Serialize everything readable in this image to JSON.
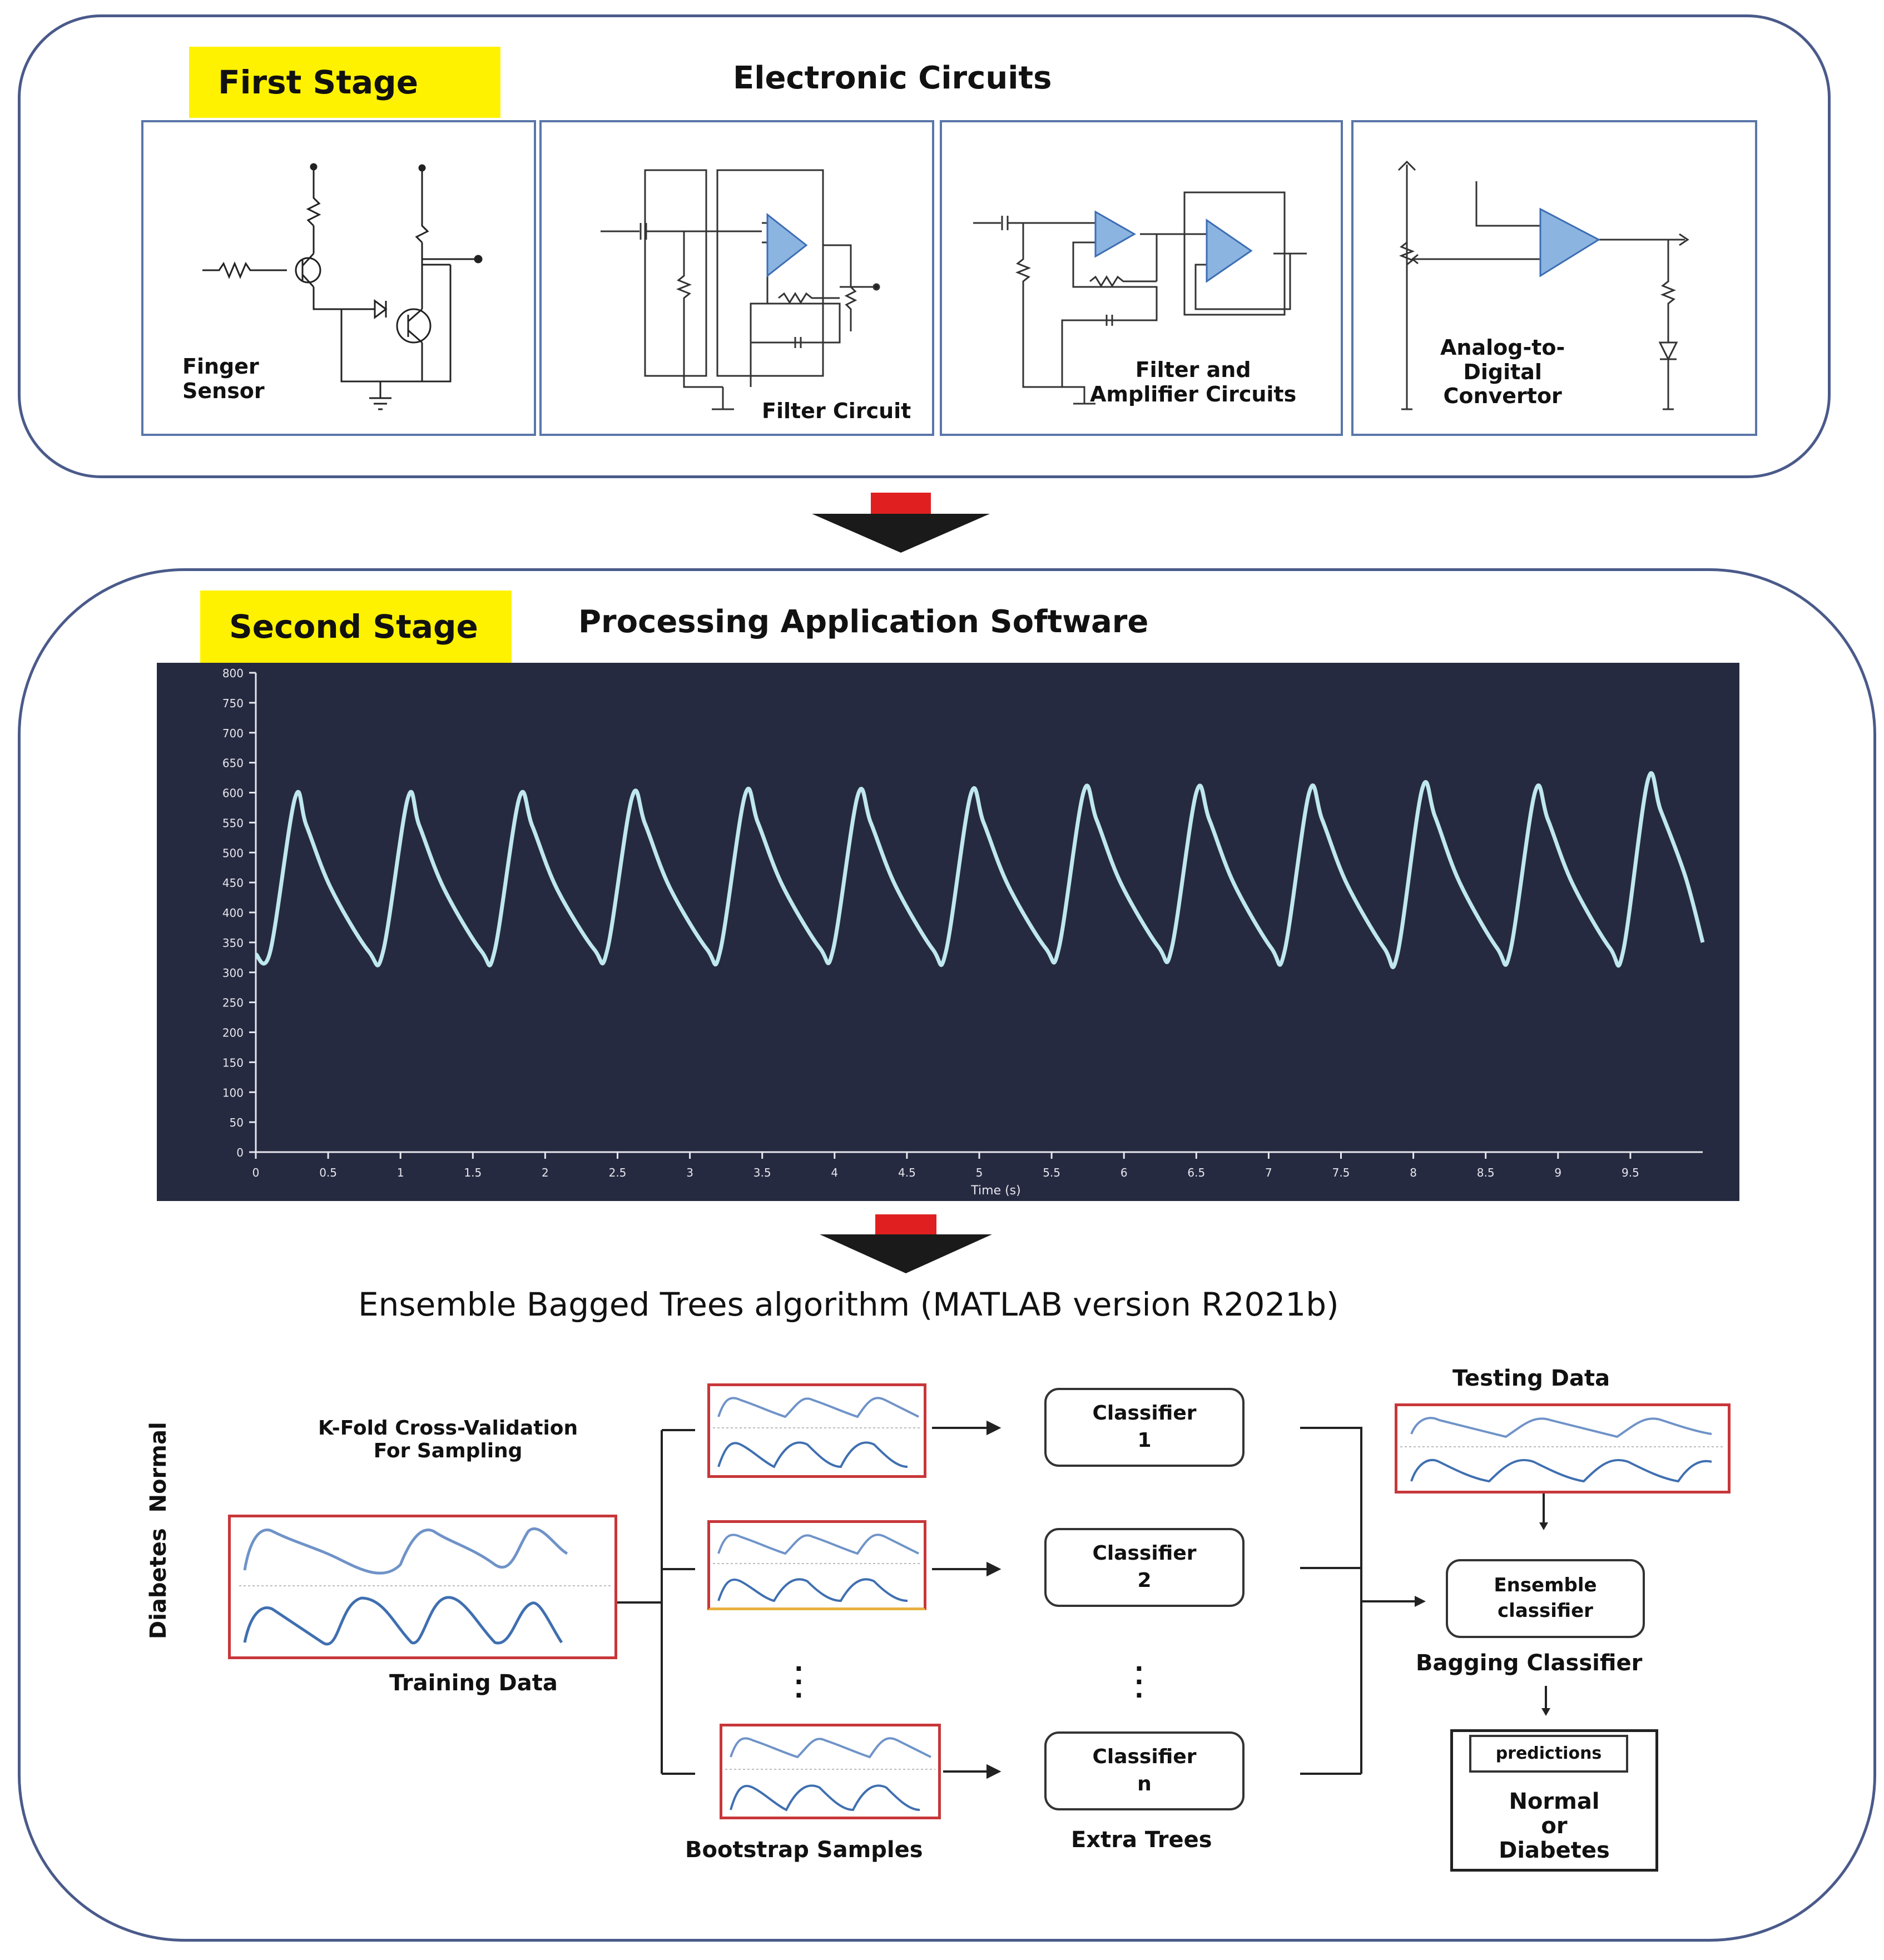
{
  "stage1": {
    "tag": "First Stage",
    "title": "Electronic Circuits",
    "circuits": [
      {
        "label_line1": "Finger",
        "label_line2": "Sensor"
      },
      {
        "label": "Filter Circuit"
      },
      {
        "label_line1": "Filter and",
        "label_line2": "Amplifier Circuits"
      },
      {
        "label_line1": "Analog-to-",
        "label_line2": "Digital",
        "label_line3": "Convertor"
      }
    ]
  },
  "stage2": {
    "tag": "Second Stage",
    "title": "Processing Application Software",
    "algorithm_title": "Ensemble Bagged Trees algorithm (MATLAB version R2021b)",
    "kfold_line1": "K-Fold Cross-Validation",
    "kfold_line2": "For Sampling",
    "side_normal": "Normal",
    "side_diabetes": "Diabetes",
    "training_label": "Training Data",
    "bootstrap_label": "Bootstrap Samples",
    "extra_trees_label": "Extra Trees",
    "classifiers": [
      {
        "line1": "Classifier",
        "line2": "1"
      },
      {
        "line1": "Classifier",
        "line2": "2"
      },
      {
        "line1": "Classifier",
        "line2": "n"
      }
    ],
    "testing_label": "Testing Data",
    "ensemble_line1": "Ensemble",
    "ensemble_line2": "classifier",
    "bagging_label": "Bagging Classifier",
    "predictions_label": "predictions",
    "result_line1": "Normal",
    "result_line2": "or",
    "result_line3": "Diabetes"
  },
  "colors": {
    "tag": "#fff200",
    "border": "#4a5a8a",
    "arrow_red": "#e02020",
    "arrow_dark": "#1a1a1a",
    "plot_bg": "#262a40",
    "signal": "#bfe8ee",
    "sample_frame": "#c8373a"
  },
  "chart_data": {
    "type": "line",
    "xlabel": "Time (s)",
    "ylabel": "",
    "xlim": [
      0,
      10
    ],
    "ylim": [
      0,
      800
    ],
    "xticks": [
      "0",
      "0.5",
      "1",
      "1.5",
      "2",
      "2.5",
      "3",
      "3.5",
      "4",
      "4.5",
      "5",
      "5.5",
      "6",
      "6.5",
      "7",
      "7.5",
      "8",
      "8.5",
      "9",
      "9.5"
    ],
    "yticks": [
      "800",
      "750",
      "700",
      "650",
      "600",
      "550",
      "500",
      "450",
      "400",
      "350",
      "300",
      "250",
      "200",
      "150",
      "100",
      "50",
      "0"
    ],
    "grid": false,
    "series": [
      {
        "x": [
          0,
          0.1,
          0.27,
          0.35,
          0.52,
          0.78,
          0.88,
          1.05,
          1.13,
          1.3,
          1.56,
          1.65,
          1.82,
          1.91,
          2.08,
          2.34,
          2.43,
          2.6,
          2.69,
          2.86,
          3.12,
          3.21,
          3.38,
          3.47,
          3.64,
          3.9,
          3.99,
          4.16,
          4.25,
          4.42,
          4.68,
          4.77,
          4.94,
          5.03,
          5.2,
          5.46,
          5.55,
          5.72,
          5.81,
          5.98,
          6.24,
          6.33,
          6.5,
          6.59,
          6.76,
          7.02,
          7.11,
          7.28,
          7.37,
          7.54,
          7.8,
          7.89,
          8.06,
          8.15,
          8.32,
          8.58,
          8.67,
          8.84,
          8.93,
          9.1,
          9.36,
          9.45,
          9.62,
          9.71,
          9.88,
          10.0
        ],
        "y": [
          330,
          335,
          590,
          545,
          440,
          335,
          335,
          590,
          545,
          440,
          335,
          335,
          590,
          545,
          440,
          338,
          338,
          592,
          548,
          442,
          338,
          336,
          595,
          550,
          445,
          340,
          338,
          595,
          550,
          445,
          338,
          335,
          596,
          550,
          445,
          340,
          340,
          600,
          555,
          448,
          342,
          340,
          600,
          555,
          448,
          340,
          335,
          600,
          555,
          448,
          340,
          330,
          605,
          560,
          450,
          340,
          335,
          600,
          555,
          448,
          340,
          335,
          620,
          570,
          460,
          350
        ]
      }
    ]
  }
}
